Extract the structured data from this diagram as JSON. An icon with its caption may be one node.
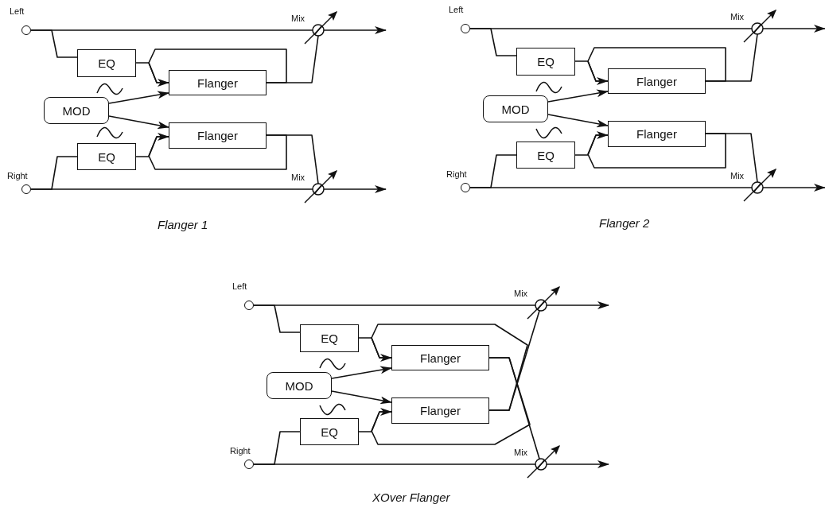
{
  "diagram": {
    "nodes": [
      {
        "text": [],
        "shape": "circle",
        "beside": [
          "Left"
        ]
      },
      {
        "text": [],
        "shape": "circle",
        "beside": [
          "Mix"
        ]
      },
      {
        "text": [
          "EQ"
        ]
      },
      {
        "text": [
          "Flanger"
        ]
      },
      {
        "text": [
          "MOD"
        ]
      },
      {
        "text": [
          "Flanger"
        ]
      },
      {
        "text": [
          "EQ"
        ]
      },
      {
        "text": [],
        "shape": "circle",
        "beside": [
          "Right"
        ]
      },
      {
        "text": [],
        "shape": "circle",
        "beside": [
          "Mix"
        ]
      },
      {
        "text": [],
        "shape": "circle",
        "beside": [
          "Left"
        ]
      },
      {
        "text": [],
        "shape": "circle",
        "beside": [
          "Mix"
        ]
      },
      {
        "text": [
          "EQ"
        ]
      },
      {
        "text": [
          "Flanger"
        ]
      },
      {
        "text": [
          "MOD"
        ]
      },
      {
        "text": [
          "Flanger"
        ]
      },
      {
        "text": [
          "EQ"
        ]
      },
      {
        "text": [],
        "shape": "circle",
        "beside": [
          "Right"
        ]
      },
      {
        "text": [],
        "shape": "circle",
        "beside": [
          "Mix"
        ]
      },
      {
        "text": [],
        "shape": "circle",
        "beside": [
          "Left"
        ]
      },
      {
        "text": [],
        "shape": "circle",
        "beside": [
          "Mix"
        ]
      },
      {
        "text": [
          "EQ"
        ]
      },
      {
        "text": [
          "Flanger"
        ]
      },
      {
        "text": [
          "MOD"
        ]
      },
      {
        "text": [
          "Flanger"
        ]
      },
      {
        "text": [
          "EQ"
        ]
      },
      {
        "text": [],
        "shape": "circle",
        "beside": [
          "Right"
        ]
      },
      {
        "text": [],
        "shape": "circle",
        "beside": [
          "Mix"
        ]
      }
    ],
    "edges": [
      {
        "from": 0,
        "to": 1,
        "arrow": "none"
      },
      {
        "from": 1,
        "to": null,
        "arrow": "to"
      },
      {
        "from": 0,
        "to": 2,
        "arrow": "none"
      },
      {
        "from": 2,
        "to": 3,
        "arrow": "none"
      },
      {
        "from": 4,
        "to": 3,
        "arrow": "to"
      },
      {
        "from": 4,
        "to": 5,
        "arrow": "to"
      },
      {
        "from": 3,
        "to": 1,
        "arrow": "none"
      },
      {
        "from": 3,
        "to": 3,
        "arrow": "to"
      },
      {
        "from": 7,
        "to": 8,
        "arrow": "none"
      },
      {
        "from": 8,
        "to": null,
        "arrow": "to"
      },
      {
        "from": 7,
        "to": 6,
        "arrow": "none"
      },
      {
        "from": 6,
        "to": 5,
        "arrow": "none"
      },
      {
        "from": 5,
        "to": 8,
        "arrow": "none"
      },
      {
        "from": 5,
        "to": 5,
        "arrow": "to"
      },
      {
        "from": 9,
        "to": 10,
        "arrow": "none"
      },
      {
        "from": 10,
        "to": null,
        "arrow": "to"
      },
      {
        "from": 9,
        "to": 11,
        "arrow": "none"
      },
      {
        "from": 11,
        "to": 12,
        "arrow": "none"
      },
      {
        "from": 13,
        "to": 12,
        "arrow": "to"
      },
      {
        "from": 13,
        "to": 14,
        "arrow": "to"
      },
      {
        "from": 12,
        "to": 10,
        "arrow": "none"
      },
      {
        "from": 12,
        "to": 12,
        "arrow": "to"
      },
      {
        "from": 16,
        "to": 17,
        "arrow": "none"
      },
      {
        "from": 17,
        "to": null,
        "arrow": "to"
      },
      {
        "from": 16,
        "to": 15,
        "arrow": "none"
      },
      {
        "from": 15,
        "to": 14,
        "arrow": "none"
      },
      {
        "from": 14,
        "to": 17,
        "arrow": "none"
      },
      {
        "from": 14,
        "to": 14,
        "arrow": "to"
      },
      {
        "from": 18,
        "to": 19,
        "arrow": "none"
      },
      {
        "from": 19,
        "to": null,
        "arrow": "to"
      },
      {
        "from": 18,
        "to": 20,
        "arrow": "none"
      },
      {
        "from": 20,
        "to": 21,
        "arrow": "none"
      },
      {
        "from": 22,
        "to": 21,
        "arrow": "to"
      },
      {
        "from": 22,
        "to": 23,
        "arrow": "to"
      },
      {
        "from": 21,
        "to": 26,
        "arrow": "none"
      },
      {
        "from": 23,
        "to": 21,
        "arrow": "to"
      },
      {
        "from": 25,
        "to": 26,
        "arrow": "none"
      },
      {
        "from": 26,
        "to": null,
        "arrow": "to"
      },
      {
        "from": 25,
        "to": 24,
        "arrow": "none"
      },
      {
        "from": 24,
        "to": 23,
        "arrow": "none"
      },
      {
        "from": 23,
        "to": 19,
        "arrow": "none"
      },
      {
        "from": 21,
        "to": 23,
        "arrow": "to"
      }
    ],
    "labels": [
      "Flanger 1",
      "Flanger 2",
      "XOver Flanger"
    ]
  }
}
